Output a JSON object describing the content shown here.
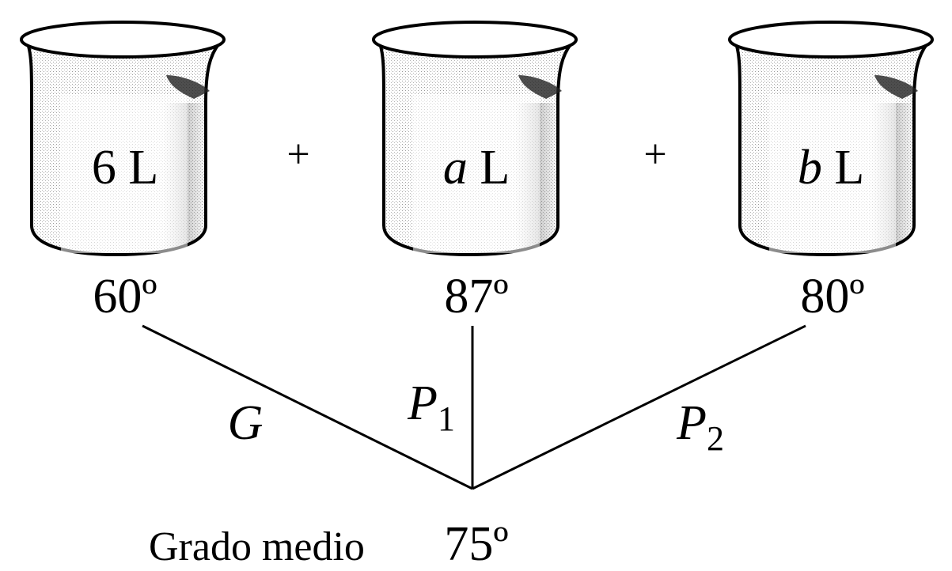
{
  "beakers": [
    {
      "qty": "6",
      "unit": "L",
      "degree": "60º"
    },
    {
      "qty": "a",
      "unit": "L",
      "degree": "87º"
    },
    {
      "qty": "b",
      "unit": "L",
      "degree": "80º"
    }
  ],
  "plus": "+",
  "lines": {
    "left": {
      "main": "G",
      "sub": ""
    },
    "middle": {
      "main": "P",
      "sub": "1"
    },
    "right": {
      "main": "P",
      "sub": "2"
    }
  },
  "result": {
    "label": "Grado medio",
    "degree": "75º"
  }
}
